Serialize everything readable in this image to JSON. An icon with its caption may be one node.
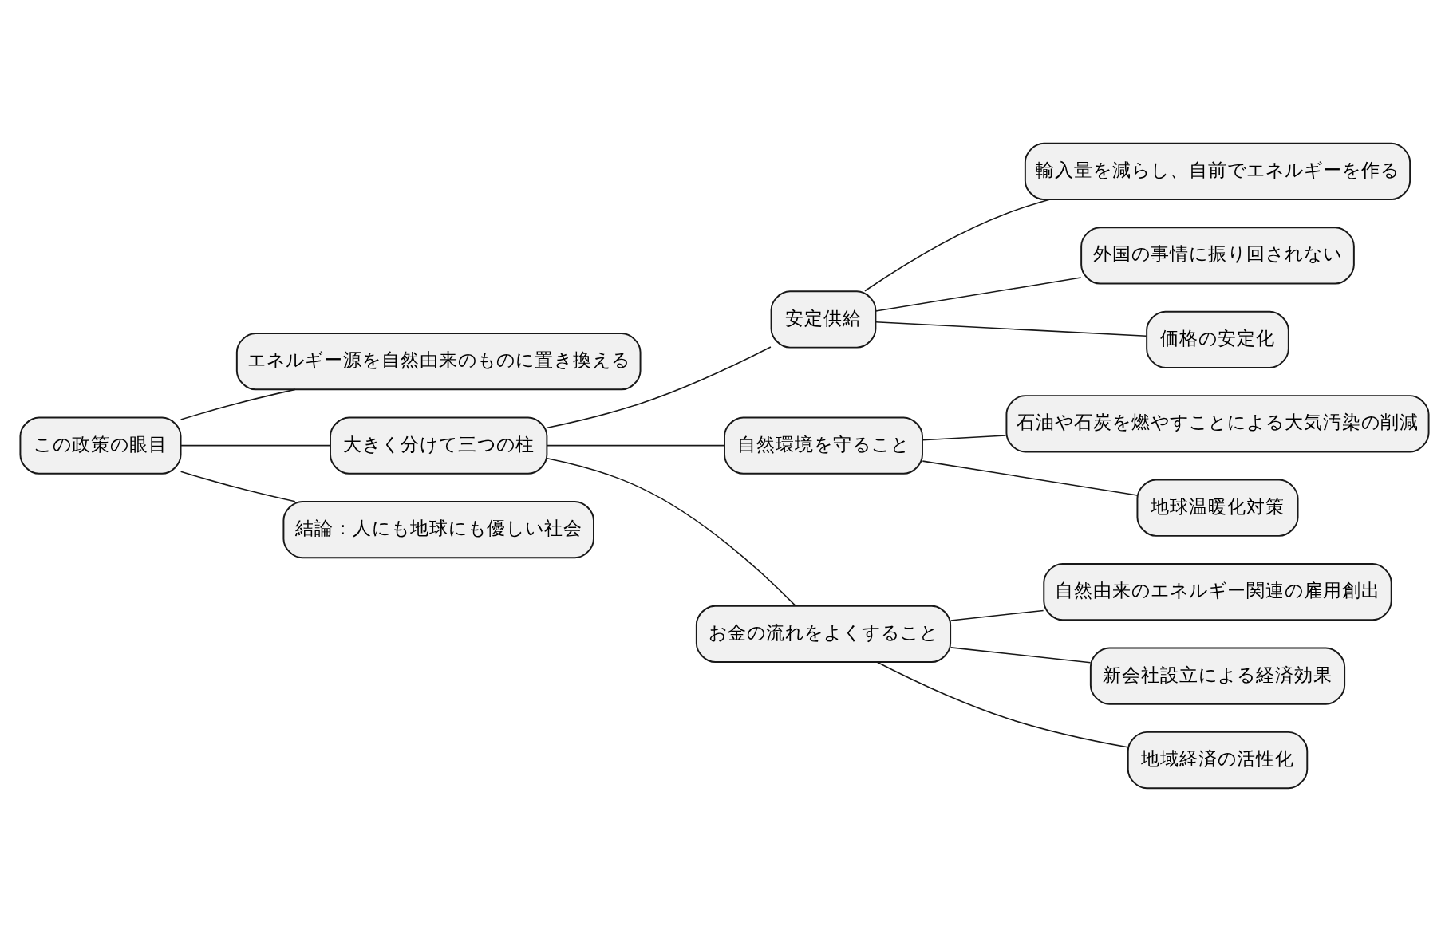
{
  "diagram": {
    "nodes": [
      {
        "text": [
          "この政策の眼目"
        ]
      },
      {
        "text": [
          "エネルギー源を自然由来のものに置き換える"
        ]
      },
      {
        "text": [
          "大きく分けて三つの柱"
        ]
      },
      {
        "text": [
          "安定供給"
        ]
      },
      {
        "text": [
          "輸入量を減らし、自前でエネルギーを作る"
        ]
      },
      {
        "text": [
          "外国の事情に振り回されない"
        ]
      },
      {
        "text": [
          "価格の安定化"
        ]
      },
      {
        "text": [
          "自然環境を守ること"
        ]
      },
      {
        "text": [
          "石油や石炭を燃やすことによる大気汚染の削減"
        ]
      },
      {
        "text": [
          "地球温暖化対策"
        ]
      },
      {
        "text": [
          "お金の流れをよくすること"
        ]
      },
      {
        "text": [
          "自然由来のエネルギー関連の雇用創出"
        ]
      },
      {
        "text": [
          "新会社設立による経済効果"
        ]
      },
      {
        "text": [
          "地域経済の活性化"
        ]
      },
      {
        "text": [
          "結論：人にも地球にも優しい社会"
        ]
      }
    ],
    "edges": [
      {
        "from": 0,
        "to": 1,
        "arrow": "none"
      },
      {
        "from": 0,
        "to": 2,
        "arrow": "none"
      },
      {
        "from": 2,
        "to": 3,
        "arrow": "none"
      },
      {
        "from": 3,
        "to": 4,
        "arrow": "none"
      },
      {
        "from": 3,
        "to": 5,
        "arrow": "none"
      },
      {
        "from": 3,
        "to": 6,
        "arrow": "none"
      },
      {
        "from": 2,
        "to": 7,
        "arrow": "none"
      },
      {
        "from": 7,
        "to": 8,
        "arrow": "none"
      },
      {
        "from": 7,
        "to": 9,
        "arrow": "none"
      },
      {
        "from": 2,
        "to": 10,
        "arrow": "none"
      },
      {
        "from": 10,
        "to": 11,
        "arrow": "none"
      },
      {
        "from": 10,
        "to": 12,
        "arrow": "none"
      },
      {
        "from": 10,
        "to": 13,
        "arrow": "none"
      },
      {
        "from": 0,
        "to": 14,
        "arrow": "none"
      }
    ]
  }
}
